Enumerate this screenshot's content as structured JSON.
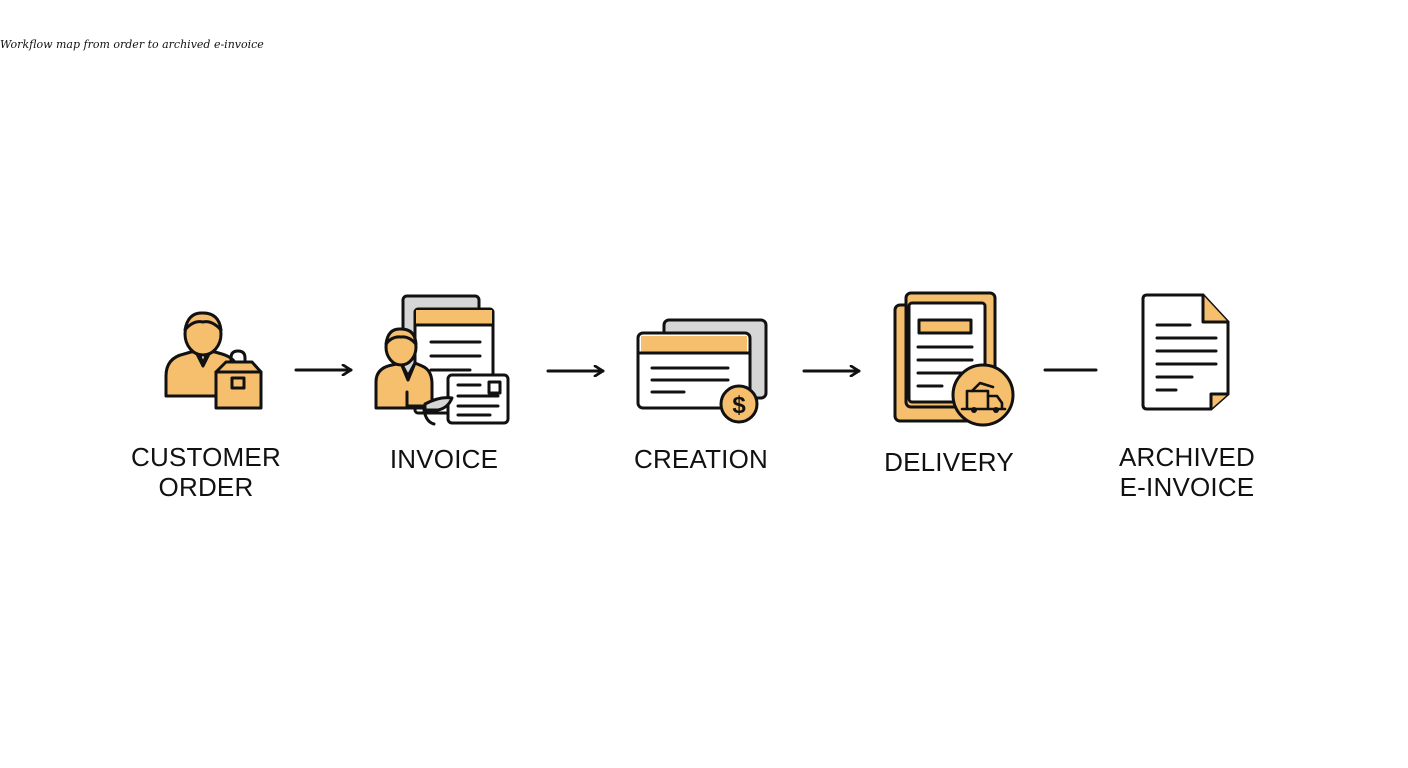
{
  "caption": "Workflow map from order to archived e-invoice",
  "colors": {
    "accent": "#F5BF6E",
    "outline": "#111111",
    "page": "#FFFFFF",
    "grey_card": "#D6D6D6"
  },
  "steps": [
    {
      "line1": "CUSTOMER",
      "line2": "ORDER",
      "icon": "customer-with-package-icon"
    },
    {
      "line1": "INVOICE",
      "line2": "",
      "icon": "invoice-handoff-icon"
    },
    {
      "line1": "CREATION",
      "line2": "",
      "icon": "payment-card-dollar-icon"
    },
    {
      "line1": "DELIVERY",
      "line2": "",
      "icon": "document-with-delivery-truck-icon"
    },
    {
      "line1": "ARCHIVED",
      "line2": "E-INVOICE",
      "icon": "folded-document-icon"
    }
  ],
  "connectors": [
    "arrow",
    "arrow",
    "arrow",
    "line"
  ]
}
